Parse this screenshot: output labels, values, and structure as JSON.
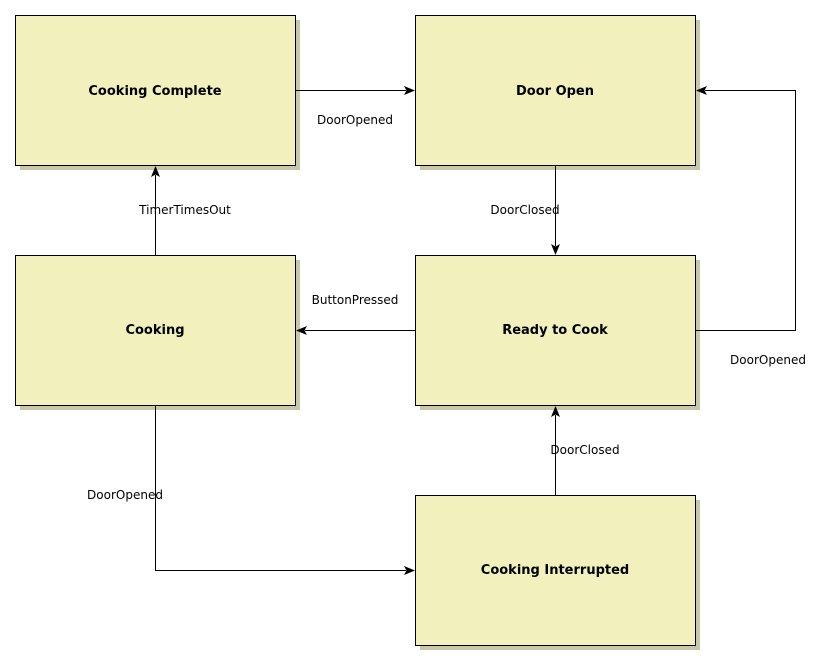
{
  "states": {
    "cooking_complete": "Cooking Complete",
    "door_open": "Door Open",
    "cooking": "Cooking",
    "ready_to_cook": "Ready to Cook",
    "cooking_interrupted": "Cooking Interrupted"
  },
  "transitions": {
    "complete_to_door_open": "DoorOpened",
    "door_open_to_ready": "DoorClosed",
    "cooking_to_complete": "TimerTimesOut",
    "ready_to_cooking": "ButtonPressed",
    "ready_to_door_open": "DoorOpened",
    "cooking_to_interrupted": "DoorOpened",
    "interrupted_to_ready": "DoorClosed"
  }
}
